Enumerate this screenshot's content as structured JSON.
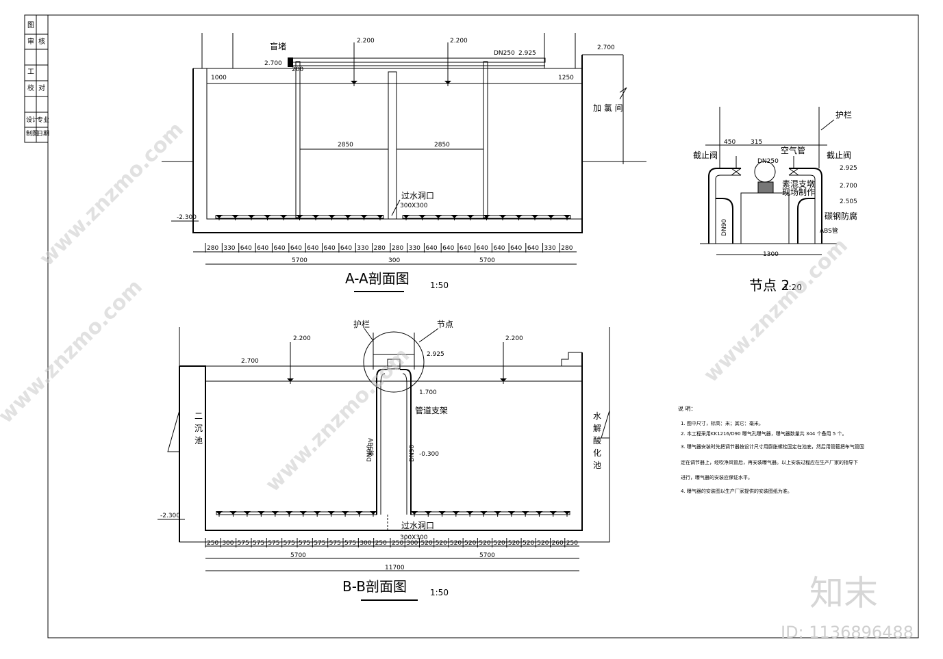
{
  "title_block": {
    "cells": [
      "图",
      "审",
      "核",
      "工",
      "校",
      "对",
      "设计",
      "制图",
      "专业",
      "日期"
    ]
  },
  "section_aa": {
    "title": "A-A剖面图",
    "scale": "1:50",
    "labels": {
      "blind_plate": "盲堵",
      "chlorine_room": "加 氯 间",
      "opening": "过水洞口",
      "opening_size": "300X300",
      "pipe": "DN250"
    },
    "elevations": {
      "e2200a": "2.200",
      "e2200b": "2.200",
      "e2700": "2.700",
      "e2700b": "2.700",
      "e2925": "2.925",
      "em2300": "-2.300",
      "e200": "200"
    },
    "dims_top": [
      "1000",
      "1250"
    ],
    "dims_mid": [
      "2850",
      "2850"
    ],
    "dims_row1_left": [
      "280",
      "330",
      "640",
      "640",
      "640",
      "640",
      "640",
      "640",
      "640",
      "330",
      "280"
    ],
    "dims_row1_right": [
      "280",
      "330",
      "640",
      "640",
      "640",
      "640",
      "640",
      "640",
      "640",
      "330",
      "280"
    ],
    "dims_row2": [
      "5700",
      "300",
      "5700"
    ]
  },
  "section_bb": {
    "title": "B-B剖面图",
    "scale": "1:50",
    "labels": {
      "railing": "护栏",
      "node": "节点",
      "support": "管道支架",
      "abs": "ABS管",
      "dn90a": "DN90",
      "dn90b": "DN90",
      "tank_left": "二沉池",
      "tank_right": "水解酸化池",
      "opening": "过水洞口",
      "opening_size": "300X300"
    },
    "elevations": {
      "e2200a": "2.200",
      "e2200b": "2.200",
      "e2700": "2.700",
      "e2925": "2.925",
      "e1700": "1.700",
      "em0300": "-0.300",
      "em2300": "-2.300"
    },
    "dims_row1_left": [
      "250",
      "300",
      "575",
      "575",
      "575",
      "575",
      "575",
      "575",
      "575",
      "575",
      "300",
      "250"
    ],
    "dims_row1_right": [
      "250",
      "300",
      "520",
      "520",
      "520",
      "520",
      "520",
      "520",
      "520",
      "520",
      "520",
      "260",
      "250"
    ],
    "dims_row2": [
      "5700",
      "5700"
    ],
    "dims_row3": "11700"
  },
  "node2": {
    "title": "节点 2",
    "scale": "1:20",
    "labels": {
      "railing": "护栏",
      "valve_l": "截止阀",
      "valve_r": "截止阀",
      "air_pipe": "空气管",
      "dn250": "DN250",
      "support": "素混支墩",
      "support2": "现场制作",
      "steel": "碳钢防腐",
      "abs": "ABS管",
      "dn90": "DN90"
    },
    "elevations": {
      "e2925": "2.925",
      "e2700": "2.700",
      "e2505": "2.505"
    },
    "dims": {
      "d450": "450",
      "d315": "315",
      "d1300": "1300"
    }
  },
  "notes": {
    "heading": "说 明：",
    "items": [
      "1. 图中尺寸，标高：米；其它：毫米。",
      "2. 本工程采用KK1216/D90   曝气孔曝气器，曝气器数量共 344 个备用 5 个。",
      "3. 曝气器安装时先把调节器按设计尺寸用膨胀螺栓固定在池底，然后用管箍把布气管固",
      "   定在调节器上，经吹净风管后，再安装曝气器。以上安装过程应在生产厂家的指导下",
      "   进行，曝气器的安装应保证水平。",
      "4. 曝气器的安装图以生产厂家提供的安装图纸为准。"
    ]
  },
  "watermark": {
    "brand": "知末",
    "id": "ID: 1136896488",
    "site": "www.znzmo.com"
  }
}
